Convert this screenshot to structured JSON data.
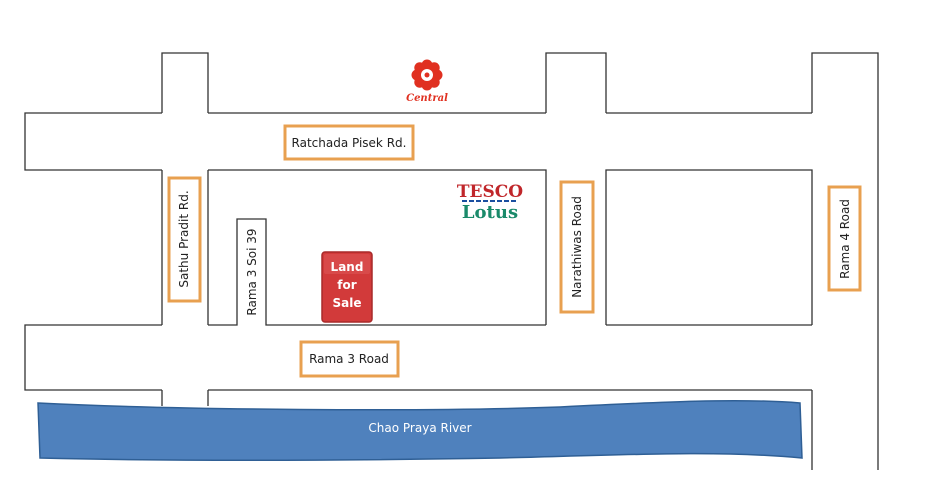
{
  "roads": {
    "top": "Ratchada Pisek Rd.",
    "left_vertical": "Sathu Pradit Rd.",
    "soi": "Rama 3 Soi 39",
    "middle_vertical": "Narathiwas Road",
    "right_vertical": "Rama 4 Road",
    "bottom": "Rama 3 Road"
  },
  "river": {
    "name": "Chao Praya River",
    "color": "#4f81bd"
  },
  "landmarks": {
    "central": {
      "name": "Central",
      "color": "#e03020"
    },
    "tesco": {
      "line1": "TESCO",
      "line2": "Lotus",
      "color1": "#c0262a",
      "color2": "#1a8a6a"
    },
    "land": {
      "line1": "Land",
      "line2": "for",
      "line3": "Sale",
      "color": "#d23a3a"
    }
  },
  "colors": {
    "label_border": "#e8a050",
    "road_edge": "#333333"
  }
}
